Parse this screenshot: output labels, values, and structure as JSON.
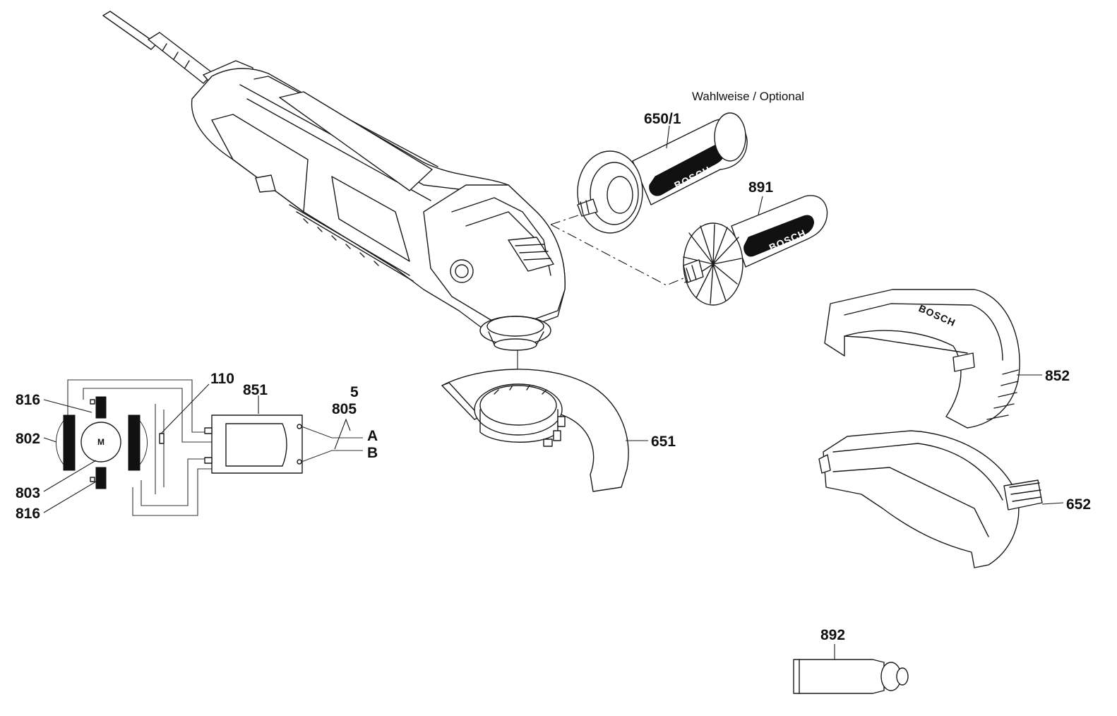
{
  "diagram": {
    "note_optional": "Wahlweise / Optional",
    "brand_mark": "BOSCH",
    "motor_symbol": "M",
    "terminal_a": "A",
    "terminal_b": "B",
    "parts": {
      "p650_1": "650/1",
      "p891": "891",
      "p852": "852",
      "p651": "651",
      "p652": "652",
      "p892": "892",
      "p110": "110",
      "p851": "851",
      "p5": "5",
      "p805": "805",
      "p816_top": "816",
      "p802": "802",
      "p803": "803",
      "p816_bottom": "816"
    }
  }
}
